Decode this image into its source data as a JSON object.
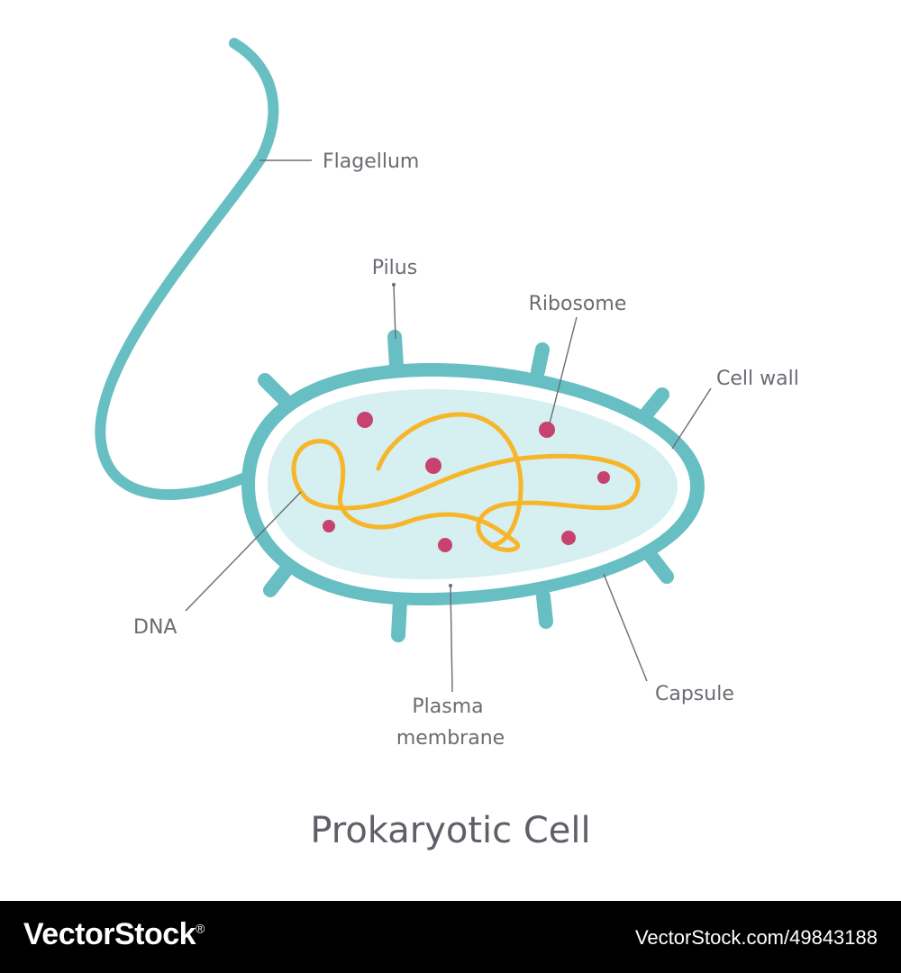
{
  "diagram": {
    "title": "Prokaryotic Cell",
    "labels": {
      "flagellum": "Flagellum",
      "pilus": "Pilus",
      "ribosome": "Ribosome",
      "cell_wall": "Cell wall",
      "dna": "DNA",
      "plasma_membrane_line1": "Plasma",
      "plasma_membrane_line2": "membrane",
      "capsule": "Capsule"
    },
    "colors": {
      "capsule": "#67bfc4",
      "cytoplasm": "#d6eff0",
      "membrane_gap": "#ffffff",
      "dna": "#f7b52a",
      "ribosome": "#c7426f",
      "label_text": "#6b6b73"
    }
  },
  "footer": {
    "brand": "VectorStock",
    "brand_mark": "®",
    "credit": "VectorStock.com/49843188"
  }
}
